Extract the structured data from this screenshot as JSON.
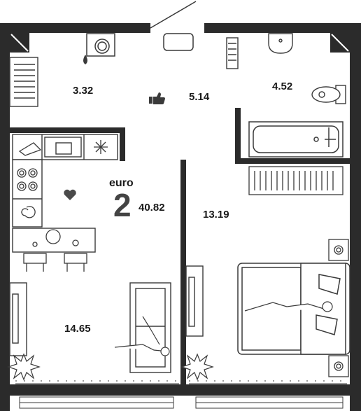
{
  "plan": {
    "layout_label": "euro",
    "rooms_count": "2",
    "total_area": "40.82",
    "rooms": [
      {
        "id": "storage",
        "area": "3.32"
      },
      {
        "id": "hallway",
        "area": "5.14"
      },
      {
        "id": "bathroom",
        "area": "4.52"
      },
      {
        "id": "bedroom",
        "area": "13.19"
      },
      {
        "id": "living-kitchen",
        "area": "14.65"
      }
    ]
  },
  "colors": {
    "wall": "#2b2b2b",
    "line": "#3a3a3a",
    "furniture_fill": "#ffffff",
    "heart": "#4a4a4a"
  },
  "icons": [
    "thumbs-up-icon",
    "heart-icon",
    "snowflake-icon",
    "washing-machine-icon",
    "palm-plant-icon"
  ]
}
